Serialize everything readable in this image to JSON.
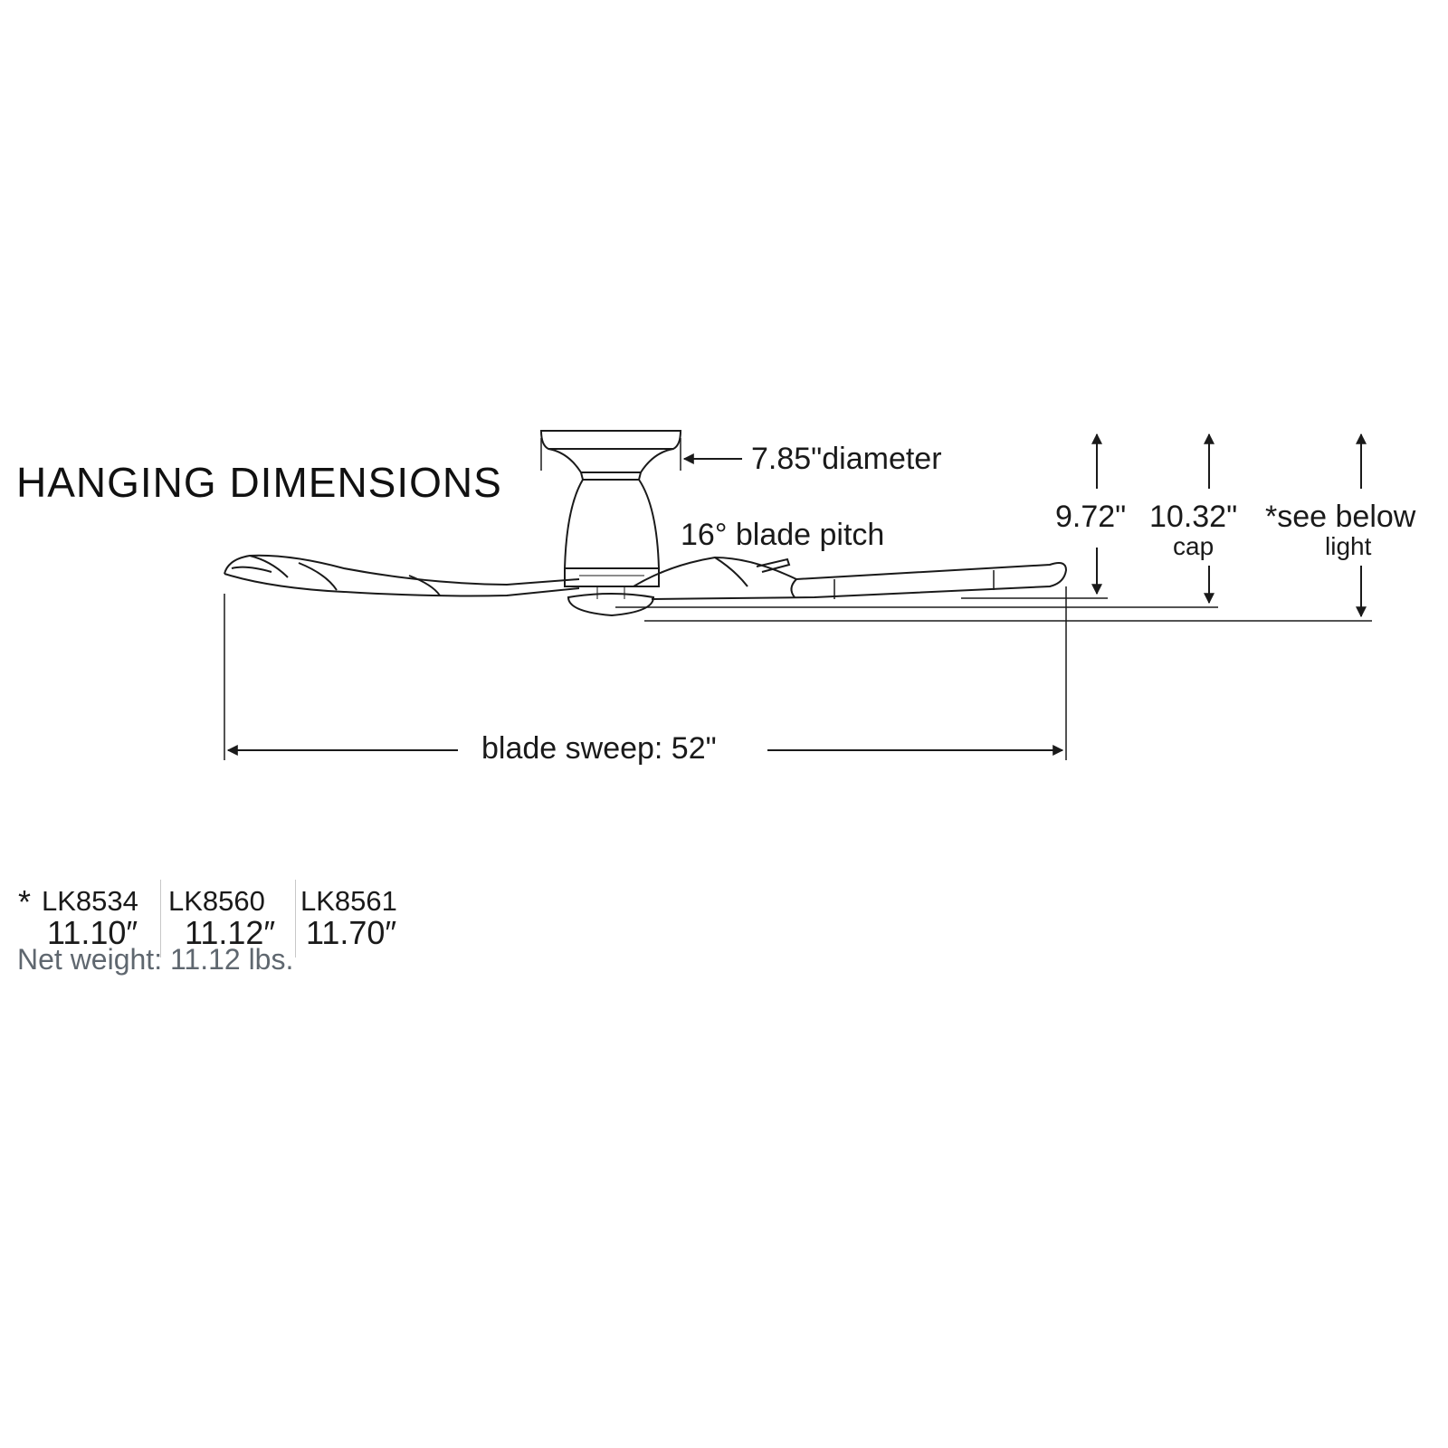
{
  "title": "HANGING DIMENSIONS",
  "labels": {
    "diameter": "7.85\"diameter",
    "blade_pitch": "16° blade pitch",
    "height_fan": "9.72\"",
    "height_cap_value": "10.32\"",
    "height_cap_label": "cap",
    "height_light_value": "*see below",
    "height_light_label": "light",
    "blade_sweep": "blade sweep: 52\""
  },
  "light_heights": [
    {
      "prefix": "*",
      "model": "LK8534",
      "value": "11.10″"
    },
    {
      "prefix": "",
      "model": "LK8560",
      "value": "11.12″"
    },
    {
      "prefix": "",
      "model": "LK8561",
      "value": "11.70″"
    }
  ],
  "net_weight": "Net weight: 11.12 lbs.",
  "colors": {
    "line": "#1a1a1a",
    "muted_text": "#5f676f",
    "divider": "#c8c8c8"
  }
}
